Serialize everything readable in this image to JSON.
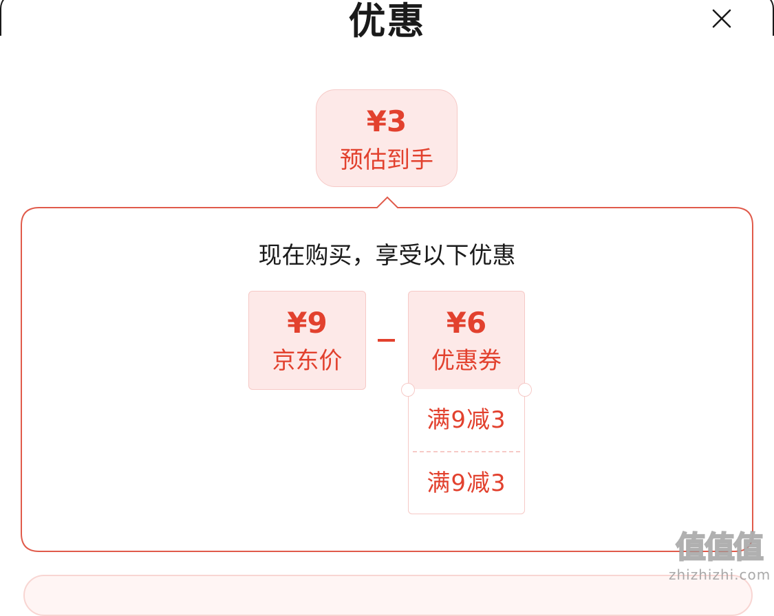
{
  "header": {
    "title": "优惠",
    "close_icon": "close-icon"
  },
  "estimate": {
    "amount": "¥3",
    "label": "预估到手"
  },
  "panel": {
    "heading": "现在购买，享受以下优惠",
    "price": {
      "amount": "¥9",
      "label": "京东价"
    },
    "operator": "minus-sign",
    "coupon": {
      "amount": "¥6",
      "label": "优惠券",
      "details": [
        "满9减3",
        "满9减3"
      ]
    }
  },
  "watermark": {
    "glyphs": "值值值",
    "text": "zhizhizhi.com"
  },
  "colors": {
    "accent": "#e2412e",
    "accent_bg": "#fde9e8",
    "accent_border": "#f6c9c6",
    "text": "#1a1a1a",
    "panel_border": "#e05a4a"
  }
}
